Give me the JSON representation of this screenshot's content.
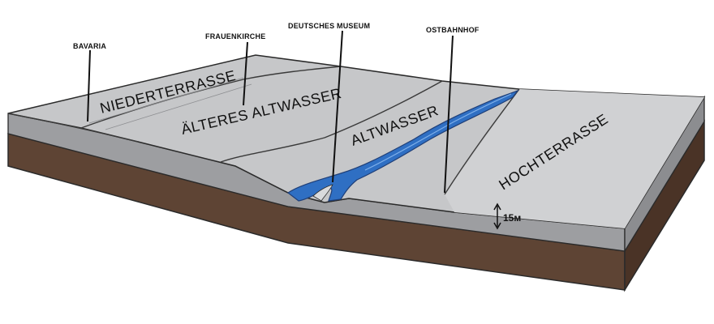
{
  "callouts": {
    "bavaria": "BAVARIA",
    "frauenkirche": "FRAUENKIRCHE",
    "deutsches_museum": "DEUTSCHES MUSEUM",
    "ostbahnhof": "OSTBAHNHOF"
  },
  "terraces": {
    "niederterrasse": "NIEDERTERRASSE",
    "aelteres_altwasser": "ÄLTERES ALTWASSER",
    "altwasser": "ALTWASSER",
    "hochterrasse": "HOCHTERRASSE"
  },
  "scale": {
    "depth_label": "15м"
  },
  "colors": {
    "surface": "#c6c7c9",
    "surface_light": "#d2d3d5",
    "gravel_layer": "#9d9ea1",
    "soil": "#5e4434",
    "soil_dark": "#4a3326",
    "river": "#2f6fc3",
    "outline": "#2a2a2a"
  }
}
